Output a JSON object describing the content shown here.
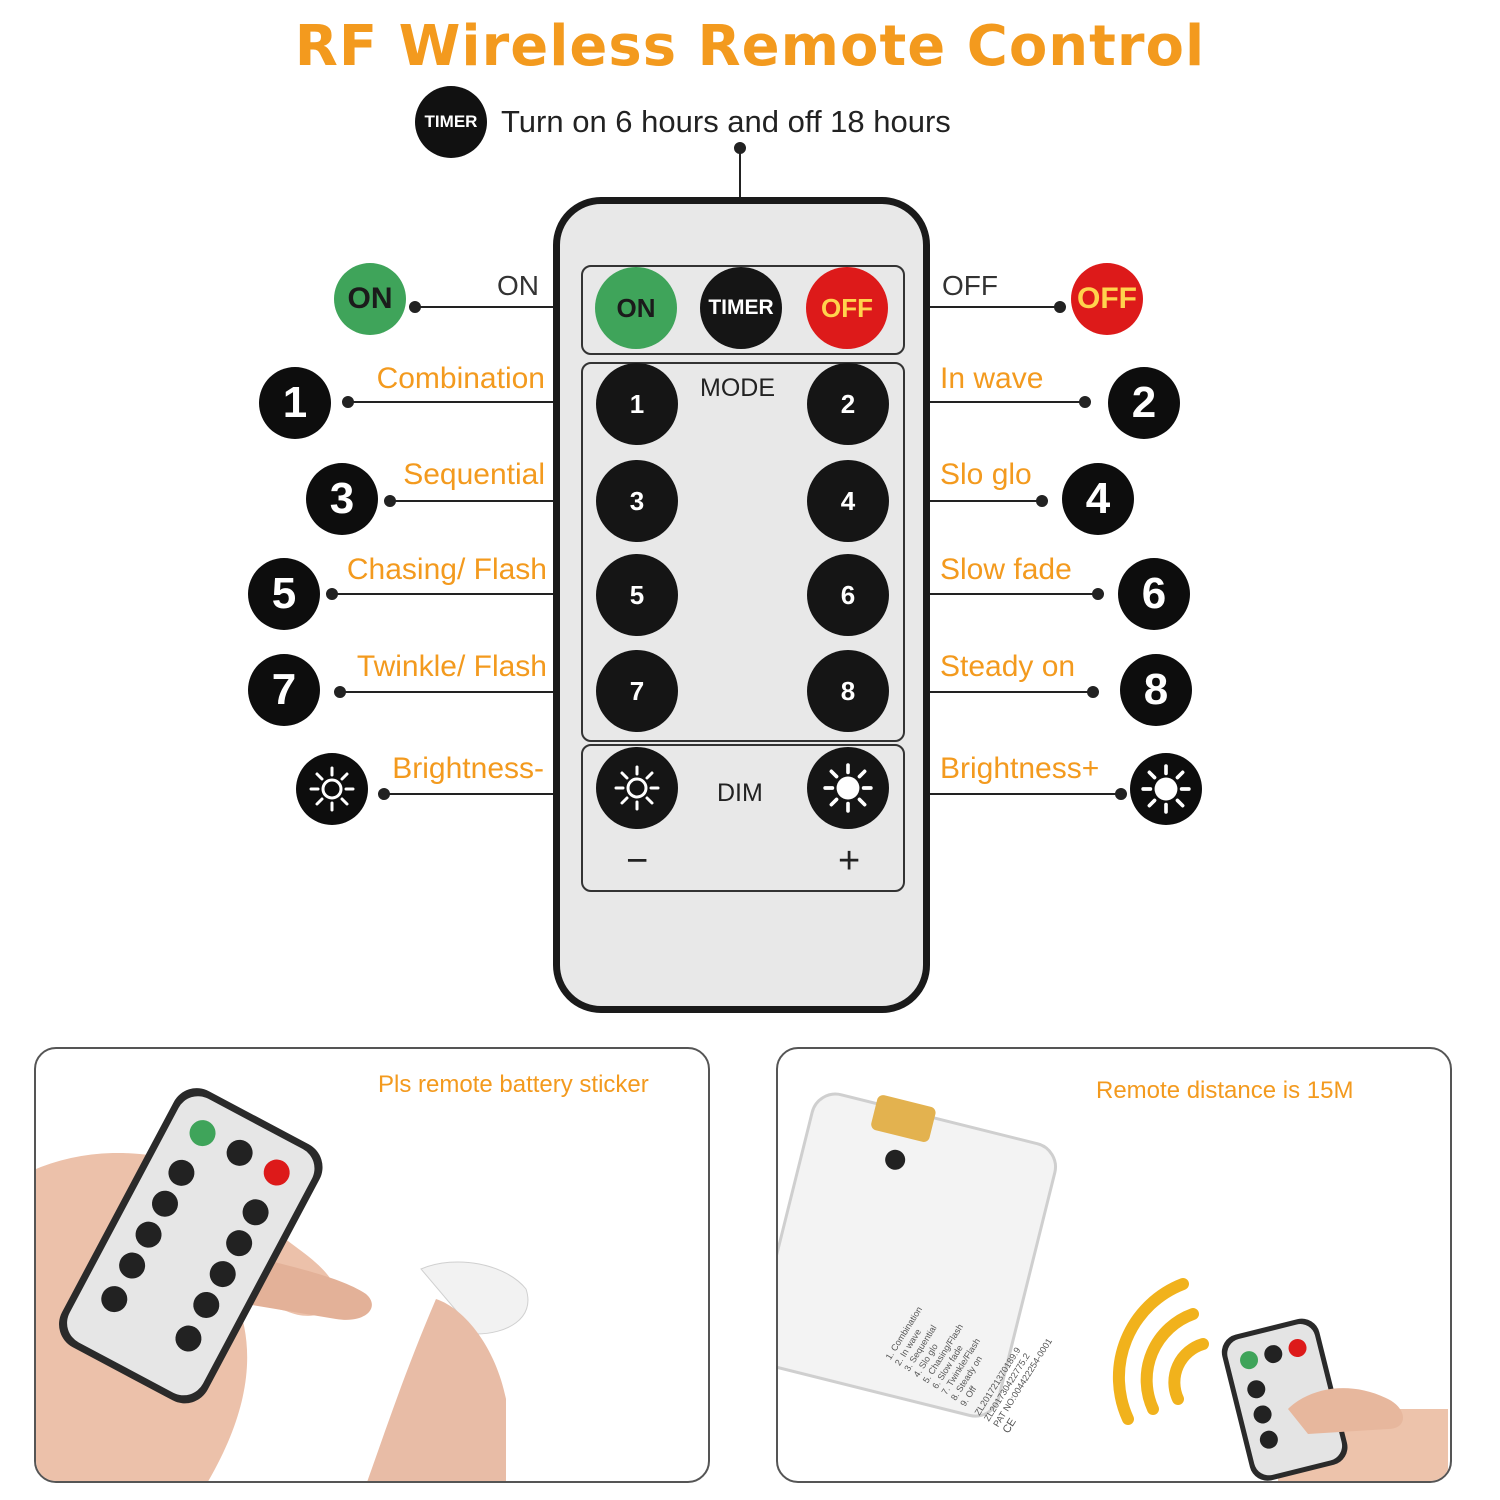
{
  "title": "RF Wireless Remote Control",
  "timer": {
    "badge": "TIMER",
    "text": "Turn on 6 hours and off 18 hours"
  },
  "top_row": {
    "on_label": "ON",
    "off_label": "OFF",
    "on_button": "ON",
    "timer_button": "TIMER",
    "off_button": "OFF",
    "on_badge": "ON",
    "off_badge": "OFF"
  },
  "mode_label": "MODE",
  "dim_label": "DIM",
  "minus": "−",
  "plus": "+",
  "modes": [
    {
      "n": "1",
      "desc": "Combination"
    },
    {
      "n": "2",
      "desc": "In wave"
    },
    {
      "n": "3",
      "desc": "Sequential"
    },
    {
      "n": "4",
      "desc": "Slo glo"
    },
    {
      "n": "5",
      "desc": "Chasing/ Flash"
    },
    {
      "n": "6",
      "desc": "Slow fade"
    },
    {
      "n": "7",
      "desc": "Twinkle/ Flash"
    },
    {
      "n": "8",
      "desc": "Steady on"
    }
  ],
  "brightness": {
    "minus": "Brightness-",
    "plus": "Brightness+"
  },
  "photos": {
    "left_caption": "Pls  remote battery sticker",
    "right_caption": "Remote distance is 15M",
    "battery_label": [
      "1. Combination",
      "2. In wave",
      "3. Sequential",
      "4. Slo glo",
      "5. Chasing/Flash",
      "6. Slow fade",
      "7. Twinkle/Flash",
      "8. Steady on",
      "9. Off"
    ],
    "battery_codes": [
      "ZL201721370189.9",
      "ZL201730422775.2",
      "PAT NO:004422254-0001"
    ],
    "ce": "CE"
  },
  "colors": {
    "accent": "#f39a1e",
    "green": "#3fa45a",
    "red": "#dd1a1a",
    "dark": "#151515"
  },
  "icons": [
    "timer-icon",
    "sun-icon",
    "signal-waves-icon"
  ]
}
